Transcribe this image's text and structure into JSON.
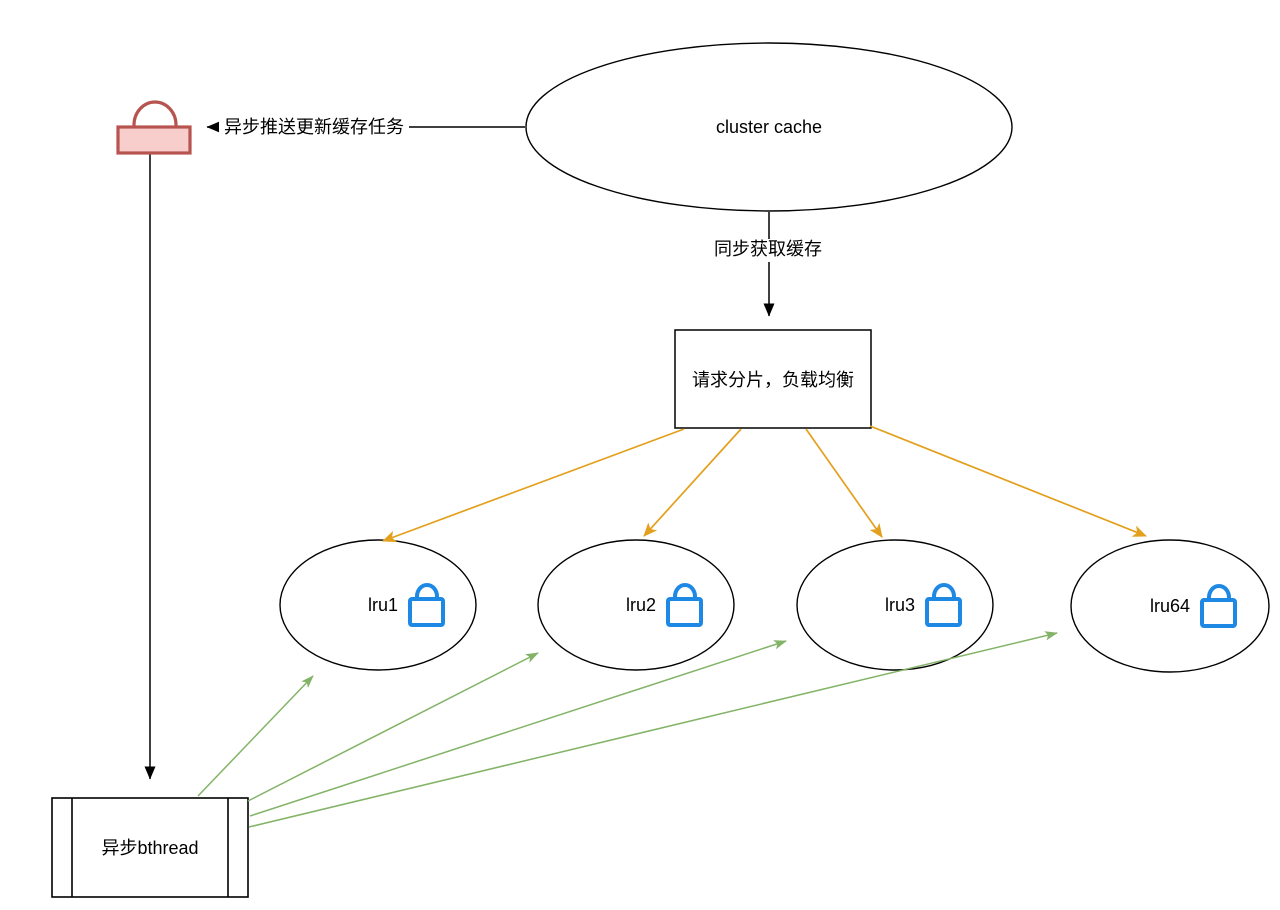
{
  "diagram": {
    "nodes": {
      "cluster_cache": {
        "label": "cluster cache",
        "shape": "ellipse"
      },
      "shard": {
        "label": "请求分片，负载均衡",
        "shape": "rectangle"
      },
      "bthread": {
        "label": "异步bthread",
        "shape": "process"
      },
      "lru": [
        {
          "label": "lru1"
        },
        {
          "label": "lru2"
        },
        {
          "label": "lru3"
        },
        {
          "label": "lru64"
        }
      ]
    },
    "edges": {
      "async_push": {
        "label": "异步推送更新缓存任务"
      },
      "sync_get": {
        "label": "同步获取缓存"
      }
    },
    "icons": {
      "task_queue_lock": "lock-icon",
      "lru_lock": "lock-icon"
    },
    "colors": {
      "outline": "#000000",
      "orange_arrow": "#E3A01D",
      "green_arrow": "#82B366",
      "blue_lock": "#1E88E5",
      "red_lock_stroke": "#B85450",
      "red_lock_fill": "#F8CECC"
    }
  }
}
